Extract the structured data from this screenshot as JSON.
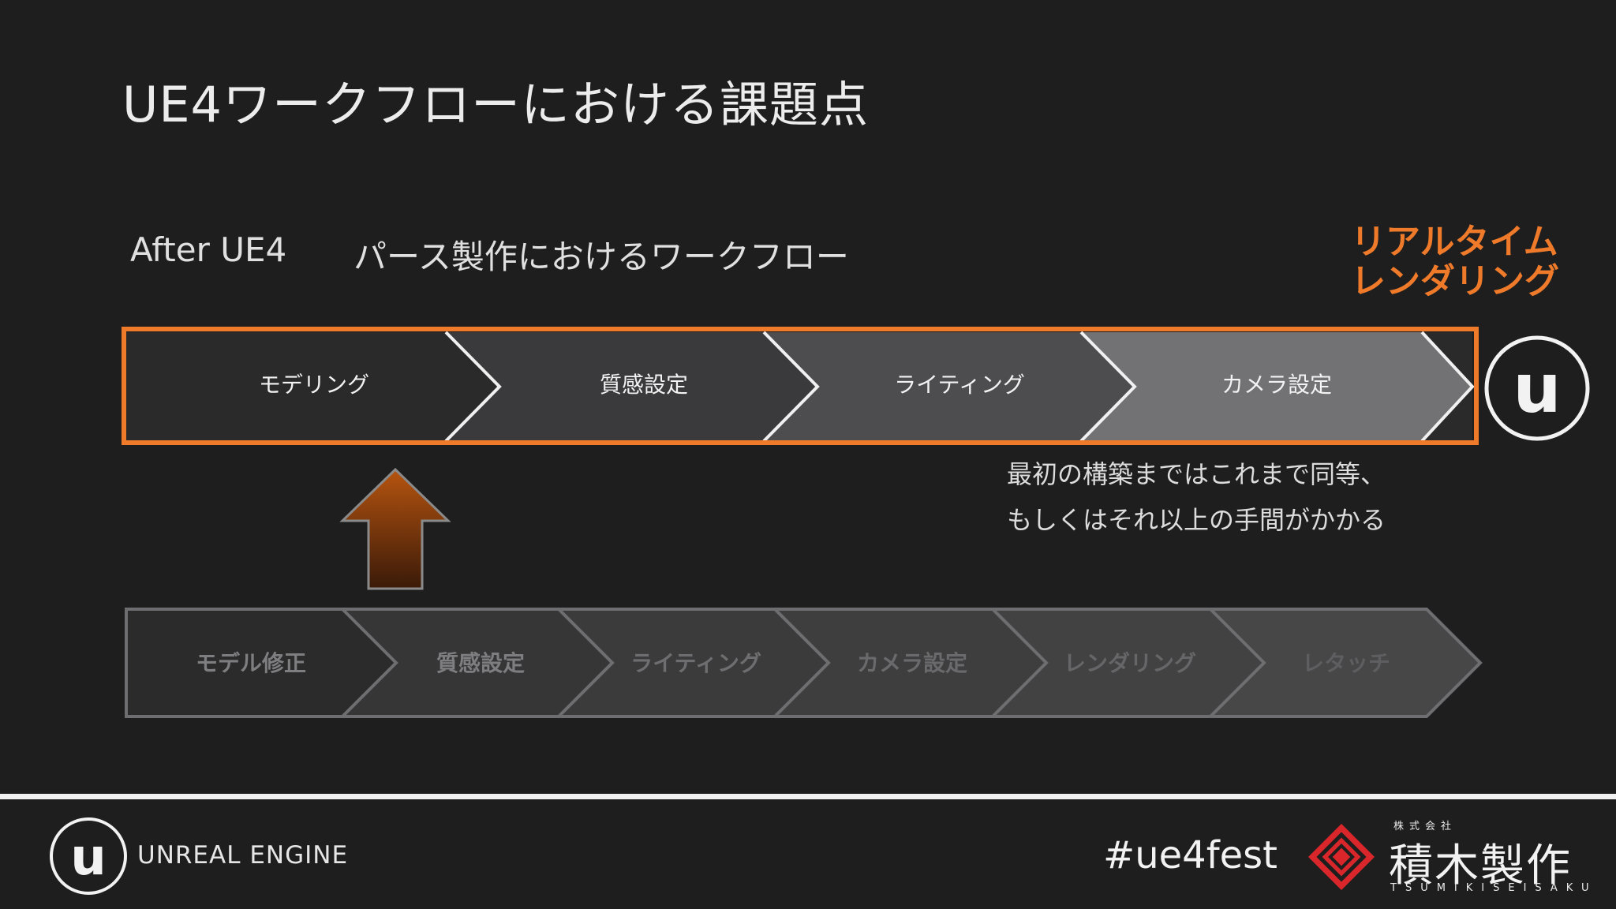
{
  "slide": {
    "title": "UE4ワークフローにおける課題点",
    "after_label": "After UE4",
    "subtitle": "パース製作におけるワークフロー",
    "realtime_line1": "リアルタイム",
    "realtime_line2": "レンダリング",
    "note_line1": "最初の構築まではこれまで同等、",
    "note_line2": "もしくはそれ以上の手間がかかる"
  },
  "new_workflow": {
    "steps": [
      "モデリング",
      "質感設定",
      "ライティング",
      "カメラ設定"
    ],
    "fills": [
      "#2a2a2b",
      "#3a3a3c",
      "#4d4d4f",
      "#727274"
    ],
    "highlight_color": "#ee7a2a"
  },
  "old_workflow": {
    "steps": [
      "モデル修正",
      "質感設定",
      "ライティング",
      "カメラ設定",
      "レンダリング",
      "レタッチ"
    ],
    "fills": [
      "#2b2b2c",
      "#363637",
      "#3b3b3c",
      "#3e3e3f",
      "#424243",
      "#474748"
    ]
  },
  "footer": {
    "engine_text": "UNREAL ENGINE",
    "hashtag": "#ue4fest",
    "company_small": "株式会社",
    "company_name": "積木製作",
    "company_en": "TSUMIKISEISAKU"
  },
  "icons": {
    "ue_logo": "unreal-engine-logo-icon",
    "up_arrow": "up-arrow-icon",
    "company_logo": "tsumiki-logo-icon"
  }
}
